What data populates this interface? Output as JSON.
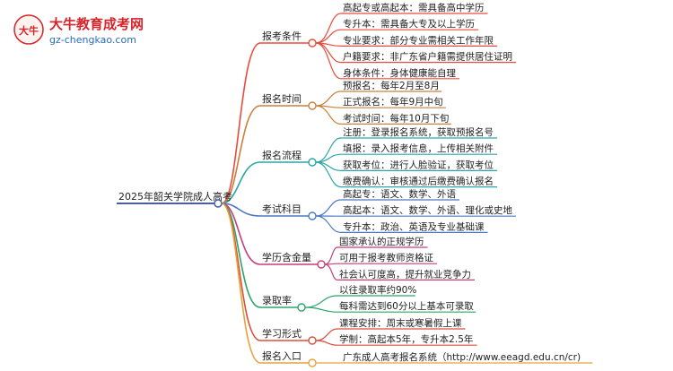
{
  "logo": {
    "glyph": "大牛",
    "title": "大牛教育成考网",
    "url": "gz-chengkao.com"
  },
  "root": "2025年韶关学院成人高考",
  "branches": [
    {
      "label": "报考条件",
      "color": "#e84b3c",
      "leaves": [
        "高起专或高起本：需具备高中学历",
        "专升本：需具备大专及以上学历",
        "专业要求：部分专业需相关工作年限",
        "户籍要求：非广东省户籍需提供居住证明",
        "身体条件：身体健康能自理"
      ]
    },
    {
      "label": "报名时间",
      "color": "#c8813c",
      "leaves": [
        "预报名：每年2月至8月",
        "正式报名：每年9月中旬",
        "考试时间：每年10月下旬"
      ]
    },
    {
      "label": "报名流程",
      "color": "#2aa6a6",
      "leaves": [
        "注册：登录报名系统，获取预报名号",
        "填报：录入报考信息，上传相关附件",
        "获取考位：进行人脸验证，获取考位",
        "缴费确认：审核通过后缴费确认报名"
      ]
    },
    {
      "label": "考试科目",
      "color": "#4a78c2",
      "leaves": [
        "高起专：语文、数学、外语",
        "高起本：语文、数学、外语、理化或史地",
        "专升本：政治、英语及专业基础课"
      ]
    },
    {
      "label": "学历含金量",
      "color": "#c83c7a",
      "leaves": [
        "国家承认的正规学历",
        "可用于报考教师资格证",
        "社会认可度高，提升就业竞争力"
      ]
    },
    {
      "label": "录取率",
      "color": "#2aa66a",
      "leaves": [
        "以往录取率约90%",
        "每科需达到60分以上基本可录取"
      ]
    },
    {
      "label": "学习形式",
      "color": "#d8503c",
      "leaves": [
        "课程安排：周末或寒暑假上课",
        "学制：高起本5年，专升本2.5年"
      ]
    },
    {
      "label": "报名入口",
      "color": "#e8a23c",
      "leaves": [
        "广东成人高考报名系统（http://www.eeagd.edu.cn/cr)"
      ]
    }
  ],
  "colors": {
    "root": "#4a5fa0",
    "text": "#222222",
    "logo_red": "#d9232a",
    "logo_blue": "#2a6ab8"
  }
}
